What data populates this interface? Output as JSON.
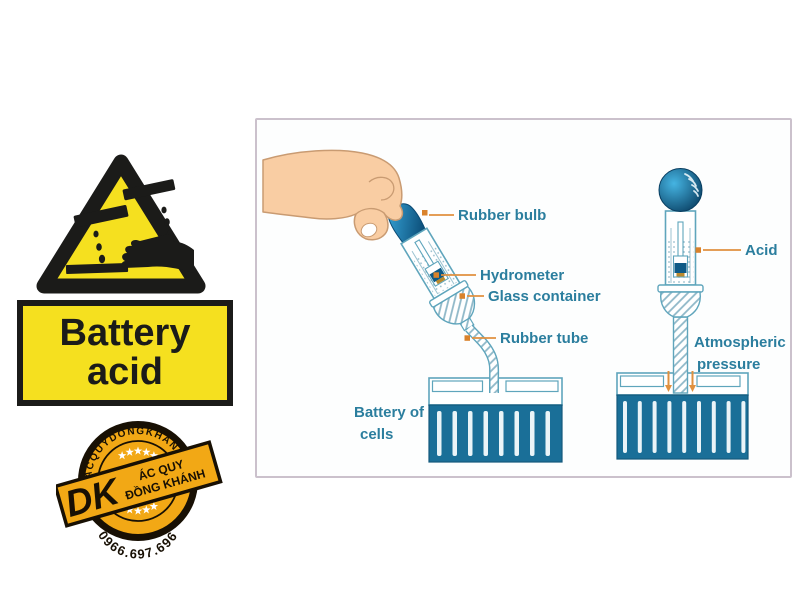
{
  "warning_sign": {
    "pictogram": "corrosive-hazard",
    "label_line1": "Battery",
    "label_line2": "acid",
    "colors": {
      "yellow": "#F5E01F",
      "ink": "#1B1B19"
    }
  },
  "stamp": {
    "website_arc": "ACQUYDONGKHANH.VN",
    "initials": "DK",
    "banner_line1": "ÁC QUY",
    "banner_line2": "ĐỒNG KHÁNH",
    "phone_arc": "0966.697.696",
    "colors": {
      "gold": "#F2A815",
      "ink": "#181004"
    }
  },
  "diagram": {
    "labels": {
      "rubber_bulb": "Rubber bulb",
      "hydrometer": "Hydrometer",
      "glass_container": "Glass container",
      "rubber_tube": "Rubber tube",
      "battery_line1": "Battery of",
      "battery_line2": "cells",
      "acid": "Acid",
      "pressure_line1": "Atmospheric",
      "pressure_line2": "pressure"
    },
    "colors": {
      "label_text": "#2B7E9E",
      "leader_line": "#E0913F",
      "leader_square": "#D9822B",
      "battery_blue": "#1A6F98",
      "glass_outline": "#5FA5BC",
      "skin": "#F9CDA3",
      "bulb_blue": "#1580B4"
    }
  }
}
